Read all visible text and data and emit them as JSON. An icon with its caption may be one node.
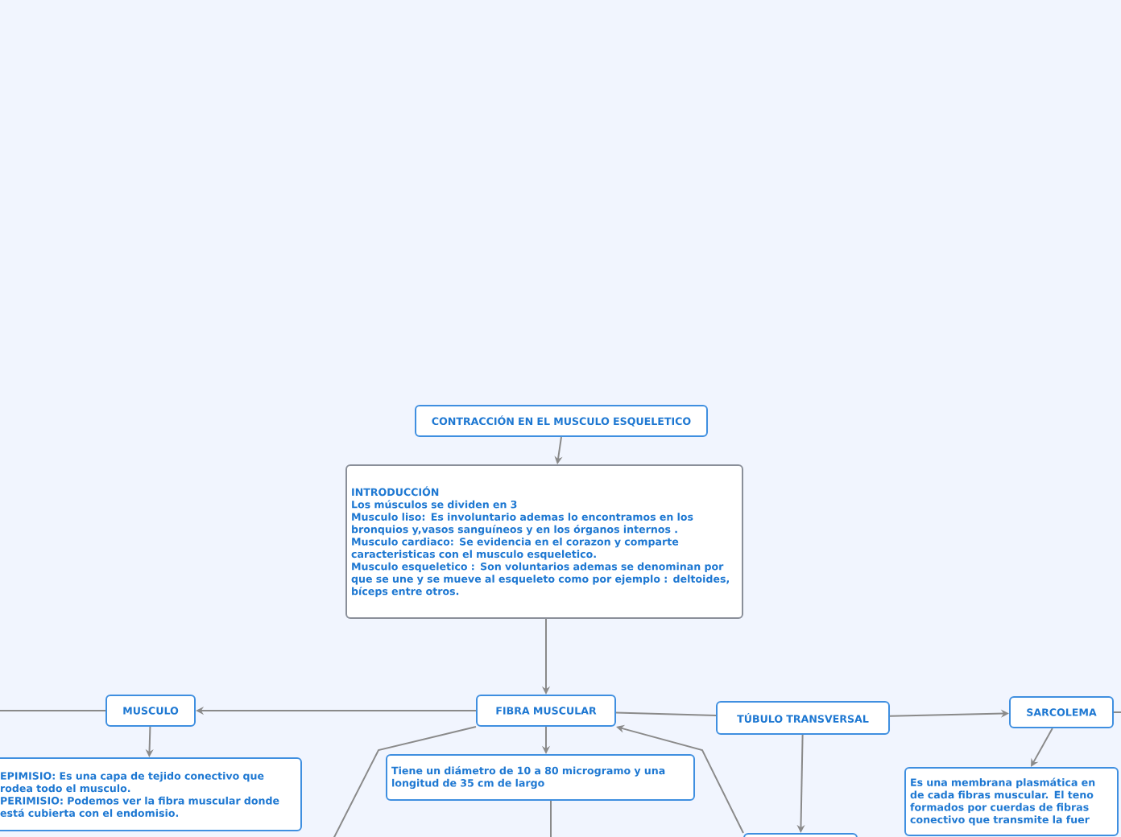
{
  "diagram": {
    "nodes": [
      {
        "text": [
          "CONTRACCIÓN EN EL MUSCULO ESQUELETICO"
        ]
      },
      {
        "text": [
          "INTRODUCCIÓN",
          "Los músculos se dividen en 3",
          "Musculo liso:  Es involuntario  ademas lo encontramos en los bronquios y,vasos sanguíneos y en los órganos internos .",
          "Musculo cardiaco:  Se evidencia en el corazon y comparte caracteristicas con el musculo esqueletico.",
          "Musculo esqueletico : Son voluntarios ademas se denominan por que se  une y se mueve al esqueleto como por ejemplo : deltoides, bíceps entre otros."
        ]
      },
      {
        "text": [
          "MUSCULO"
        ]
      },
      {
        "text": [
          "FIBRA MUSCULAR"
        ]
      },
      {
        "text": [
          "TÚBULO TRANSVERSAL"
        ]
      },
      {
        "text": [
          "SARCOLEMA"
        ]
      },
      {
        "text": [
          "EPIMISIO:  Es una capa de tejido conectivo que rodea todo el musculo.",
          "PERIMISIO: Podemos ver la fibra muscular donde está cubierta con el endomisio."
        ]
      },
      {
        "text": [
          "Tiene un diámetro de 10 a 80 microgramo y una longitud de 35 cm de largo"
        ]
      },
      {
        "text": [
          "Es una membrana plasmática en de cada  fibras muscular. El teno formados por cuerdas de fibras conectivo que transmite  la fuer"
        ]
      },
      {
        "text": [],
        "shape": "box"
      }
    ],
    "edges": [
      {
        "from": 0,
        "to": 1,
        "arrow": "to"
      },
      {
        "from": 1,
        "to": 3,
        "arrow": "to"
      },
      {
        "from": 3,
        "to": 2,
        "arrow": "to"
      },
      {
        "from": null,
        "to": 2,
        "arrow": "none"
      },
      {
        "from": 2,
        "to": 6,
        "arrow": "to"
      },
      {
        "from": 3,
        "to": 7,
        "arrow": "to"
      },
      {
        "from": 3,
        "to": null,
        "arrow": "none"
      },
      {
        "from": 7,
        "to": null,
        "arrow": "none"
      },
      {
        "from": 9,
        "to": 3,
        "arrow": "to"
      },
      {
        "from": 3,
        "to": 4,
        "arrow": "none"
      },
      {
        "from": 4,
        "to": 5,
        "arrow": "to"
      },
      {
        "from": 5,
        "to": null,
        "arrow": "none"
      },
      {
        "from": 4,
        "to": 9,
        "arrow": "to"
      },
      {
        "from": 5,
        "to": 8,
        "arrow": "to"
      }
    ]
  }
}
